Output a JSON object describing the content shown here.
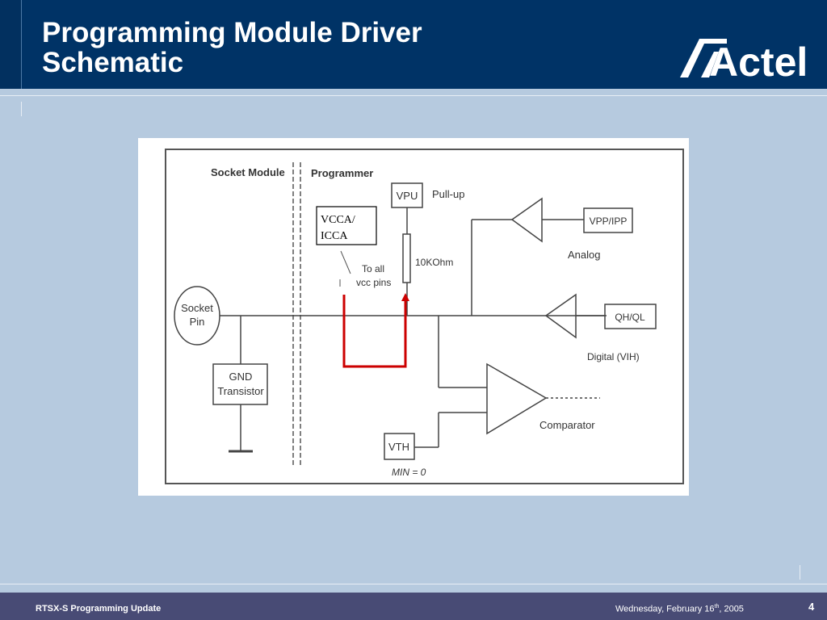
{
  "slide": {
    "title_line1": "Programming Module Driver",
    "title_line2": "Schematic"
  },
  "logo": {
    "text": "Actel"
  },
  "diagram": {
    "section_socket_module": "Socket Module",
    "section_programmer": "Programmer",
    "socket_pin_line1": "Socket",
    "socket_pin_line2": "Pin",
    "gnd_line1": "GND",
    "gnd_line2": "Transistor",
    "vpu": "VPU",
    "pull_up": "Pull-up",
    "callout_line1": "VCCA/",
    "callout_line2": "ICCA",
    "to_all_line1": "To all",
    "to_all_line2": "vcc pins",
    "resistor": "10KOhm",
    "vpp_ipp": "VPP/IPP",
    "analog": "Analog",
    "qh_ql": "QH/QL",
    "digital": "Digital (VIH)",
    "comparator": "Comparator",
    "vth": "VTH",
    "handwritten_note": "MIN = 0"
  },
  "footer": {
    "left_text": "RTSX-S Programming Update",
    "date_prefix": "Wednesday, February 16",
    "date_suffix": "th",
    "date_year": ", 2005",
    "page_number": "4"
  },
  "colors": {
    "header": "#003366",
    "background": "#b6cadf",
    "footer": "#484b75",
    "highlight_wire": "#cc0000"
  }
}
